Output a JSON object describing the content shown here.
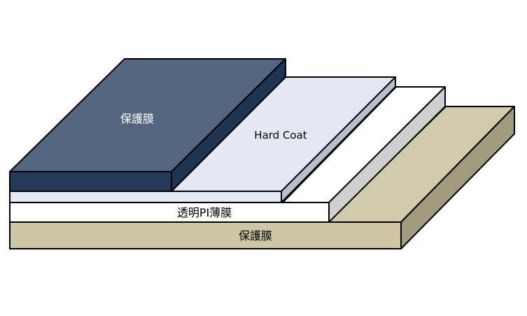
{
  "diagram": {
    "layers": [
      {
        "id": "top-protective-film",
        "label": "保護膜"
      },
      {
        "id": "hard-coat",
        "label": "Hard Coat"
      },
      {
        "id": "pi-film",
        "label": "透明PI薄膜"
      },
      {
        "id": "bottom-protective-film",
        "label": "保護膜"
      }
    ]
  },
  "colors": {
    "outline": "#000000",
    "top_film_top": "#53657f",
    "top_film_front": "#25395a",
    "top_film_side": "#1f3353",
    "hard_coat_top": "#e3e9f2",
    "hard_coat_side": "#b8bfc9",
    "pi_top": "#ffffff",
    "pi_side": "#cfcfcf",
    "bottom_top": "#d2cbab",
    "bottom_front": "#cfc7a4",
    "bottom_side": "#a29b7e"
  }
}
